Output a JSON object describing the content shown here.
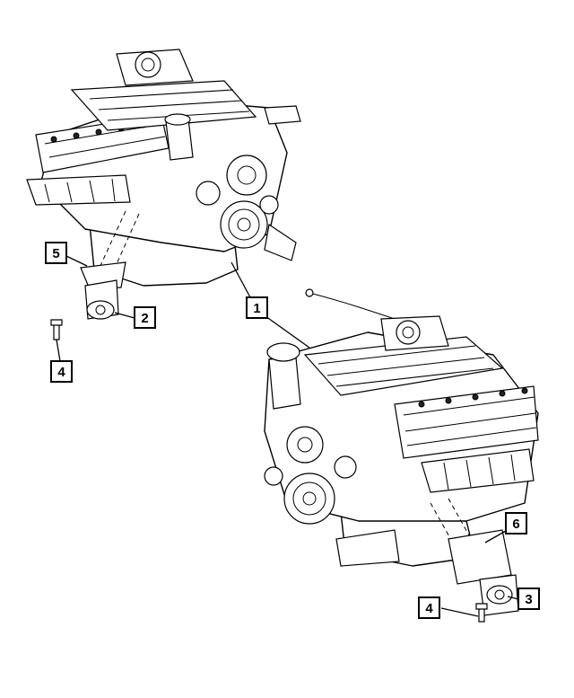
{
  "callouts": {
    "c1": "1",
    "c2": "2",
    "c3": "3",
    "c4a": "4",
    "c4b": "4",
    "c5": "5",
    "c6": "6"
  }
}
